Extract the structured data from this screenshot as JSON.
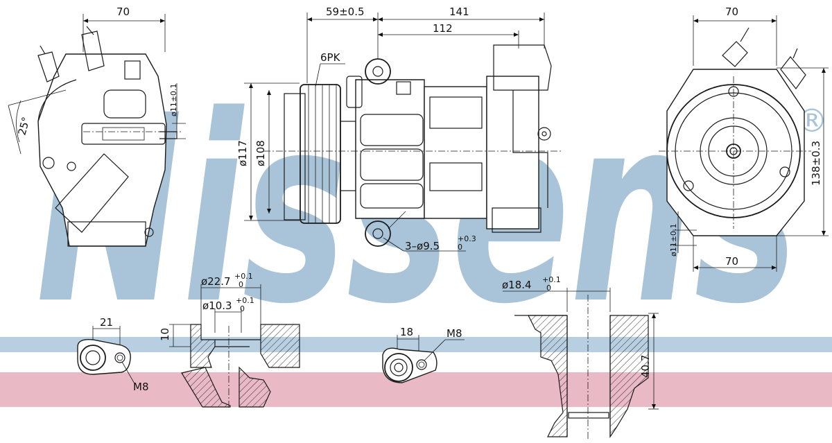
{
  "brand": {
    "wordmark": "Nissens",
    "registered_mark": "®",
    "watermark_color": "#a9c3d9",
    "band_blue": "#b8cfe2",
    "band_pink": "#e9b9c6"
  },
  "views": {
    "left": {
      "dim_top": "70",
      "dim_boss": "ø11±0.1",
      "dim_angle": "25°"
    },
    "center": {
      "dim_59": "59±0.5",
      "dim_141": "141",
      "dim_112": "112",
      "pulley": "6PK",
      "dia_117": "ø117",
      "dia_108": "ø108",
      "holes_main": "3–ø9.5",
      "holes_tol_up": "+0.3",
      "holes_tol_low": "0"
    },
    "right": {
      "dim_top": "70",
      "dim_height": "138±0.3",
      "dim_boss": "ø11±0.1",
      "dim_bottom": "70"
    }
  },
  "details": {
    "port1": {
      "dim": "21",
      "thread": "M8"
    },
    "section1": {
      "dia_outer": "ø22.7",
      "dia_outer_tol_up": "+0.1",
      "dia_outer_tol_low": "0",
      "dia_inner": "ø10.3",
      "dia_inner_tol_up": "+0.1",
      "dia_inner_tol_low": "0",
      "depth": "10"
    },
    "port2": {
      "dim": "18",
      "thread": "M8"
    },
    "section2": {
      "dia": "ø18.4",
      "dia_tol_up": "+0.1",
      "dia_tol_low": "0",
      "height": "40.7"
    }
  }
}
